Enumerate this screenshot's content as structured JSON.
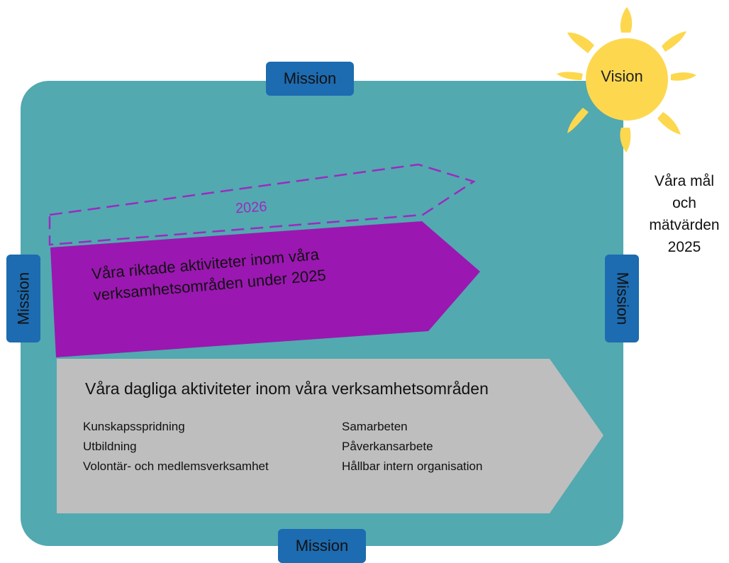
{
  "mission": {
    "top": "Mission",
    "left": "Mission",
    "right": "Mission",
    "bottom": "Mission"
  },
  "vision": "Vision",
  "goals": [
    "Våra mål",
    "och",
    "mätvärden",
    "2025"
  ],
  "next_year": "2026",
  "targeted_activities": "Våra riktade aktiviteter inom våra verksamhetsområden under 2025",
  "daily_activities": {
    "title": "Våra dagliga aktiviteter inom våra verksamhetsområden",
    "left_items": [
      "Kunskapsspridning",
      "Utbildning",
      "Volontär- och medlemsverksamhet"
    ],
    "right_items": [
      "Samarbeten",
      "Påverkansarbete",
      "Hållbar intern organisation"
    ]
  },
  "colors": {
    "frame": "#52a9b0",
    "mission": "#1d6bb0",
    "purple": "#9b17b1",
    "dashed": "#9b2bbf",
    "grey": "#bebebe",
    "sun": "#fdd84f"
  }
}
